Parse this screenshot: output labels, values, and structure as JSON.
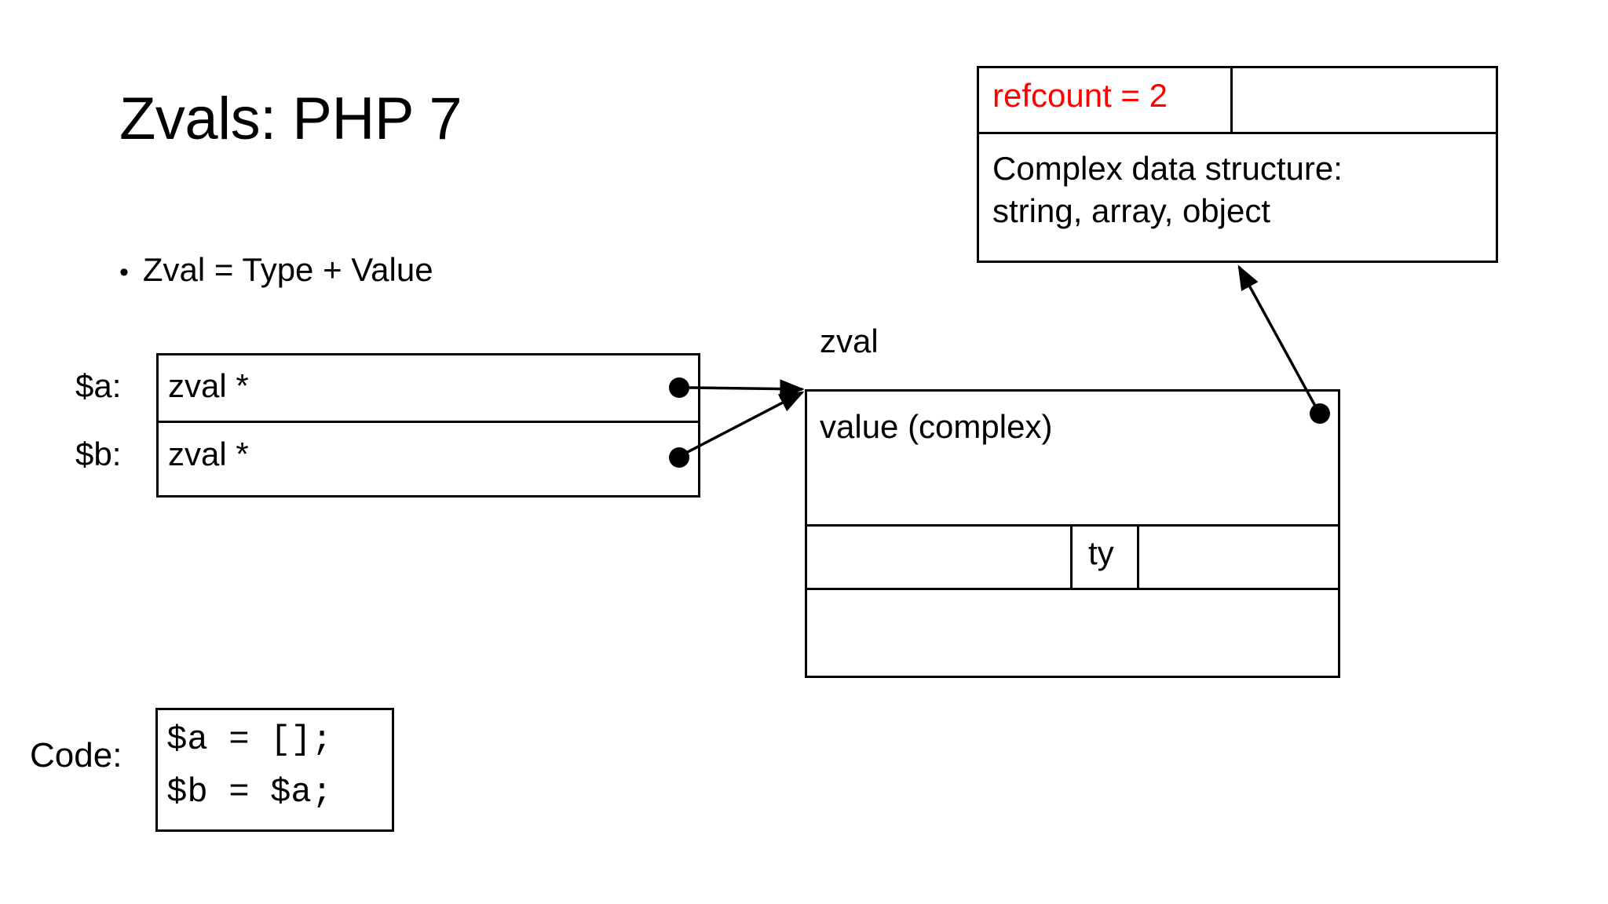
{
  "slide": {
    "title": "Zvals: PHP 7",
    "bullet_marker": "•",
    "bullet_text": "Zval = Type + Value"
  },
  "variables_table": {
    "rows": [
      {
        "label": "$a:",
        "cell": "zval *",
        "pointer": "pointer-dot"
      },
      {
        "label": "$b:",
        "cell": "zval *",
        "pointer": "pointer-dot"
      }
    ]
  },
  "zval_struct": {
    "caption": "zval",
    "value_cell": "value (complex)",
    "type_cell": "ty",
    "pointer": "pointer-dot",
    "empty_cells": [
      "",
      "",
      ""
    ]
  },
  "refcount_block": {
    "refcount_text": "refcount = 2",
    "refcount_color": "#ff0000",
    "empty_cell": "",
    "description": "Complex data structure:\nstring, array, object"
  },
  "code_block": {
    "label": "Code:",
    "code": "$a = [];\n$b = $a;"
  },
  "colors": {
    "background": "#ffffff",
    "foreground": "#000000",
    "accent_red": "#ff0000"
  }
}
